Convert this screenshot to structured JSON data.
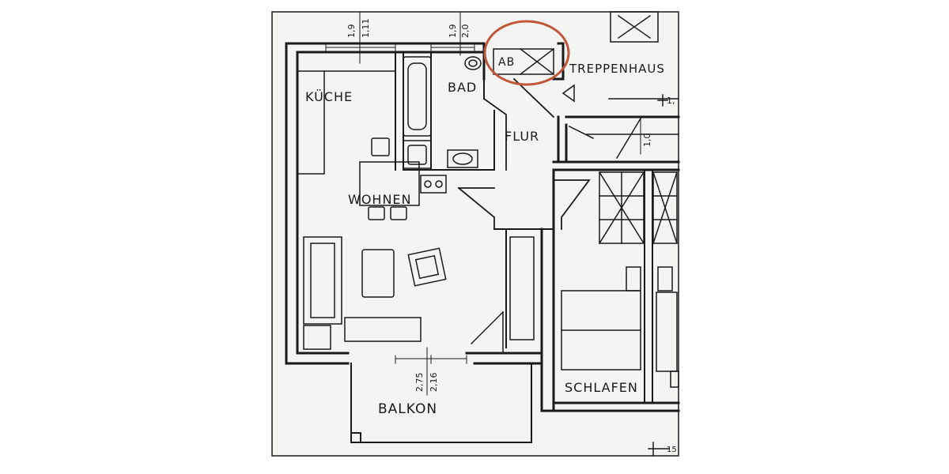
{
  "rooms": {
    "kitchen": "KÜCHE",
    "bath": "BAD",
    "hall": "FLUR",
    "living": "WOHNEN",
    "bedroom": "SCHLAFEN",
    "balcony": "BALKON",
    "stairwell": "TREPPENHAUS",
    "storage": "AB"
  },
  "dimensions": {
    "top_left": [
      "1,9",
      "1,11"
    ],
    "top_mid": [
      "1,9",
      "2,0"
    ],
    "balcony": [
      "2,75",
      "2,16"
    ],
    "stair": "1,0",
    "right_top": "1,",
    "bottom_right": "15"
  },
  "colors": {
    "ink": "#1a1a1a",
    "paper": "#f4f4f2",
    "highlight": "#c0573a"
  }
}
